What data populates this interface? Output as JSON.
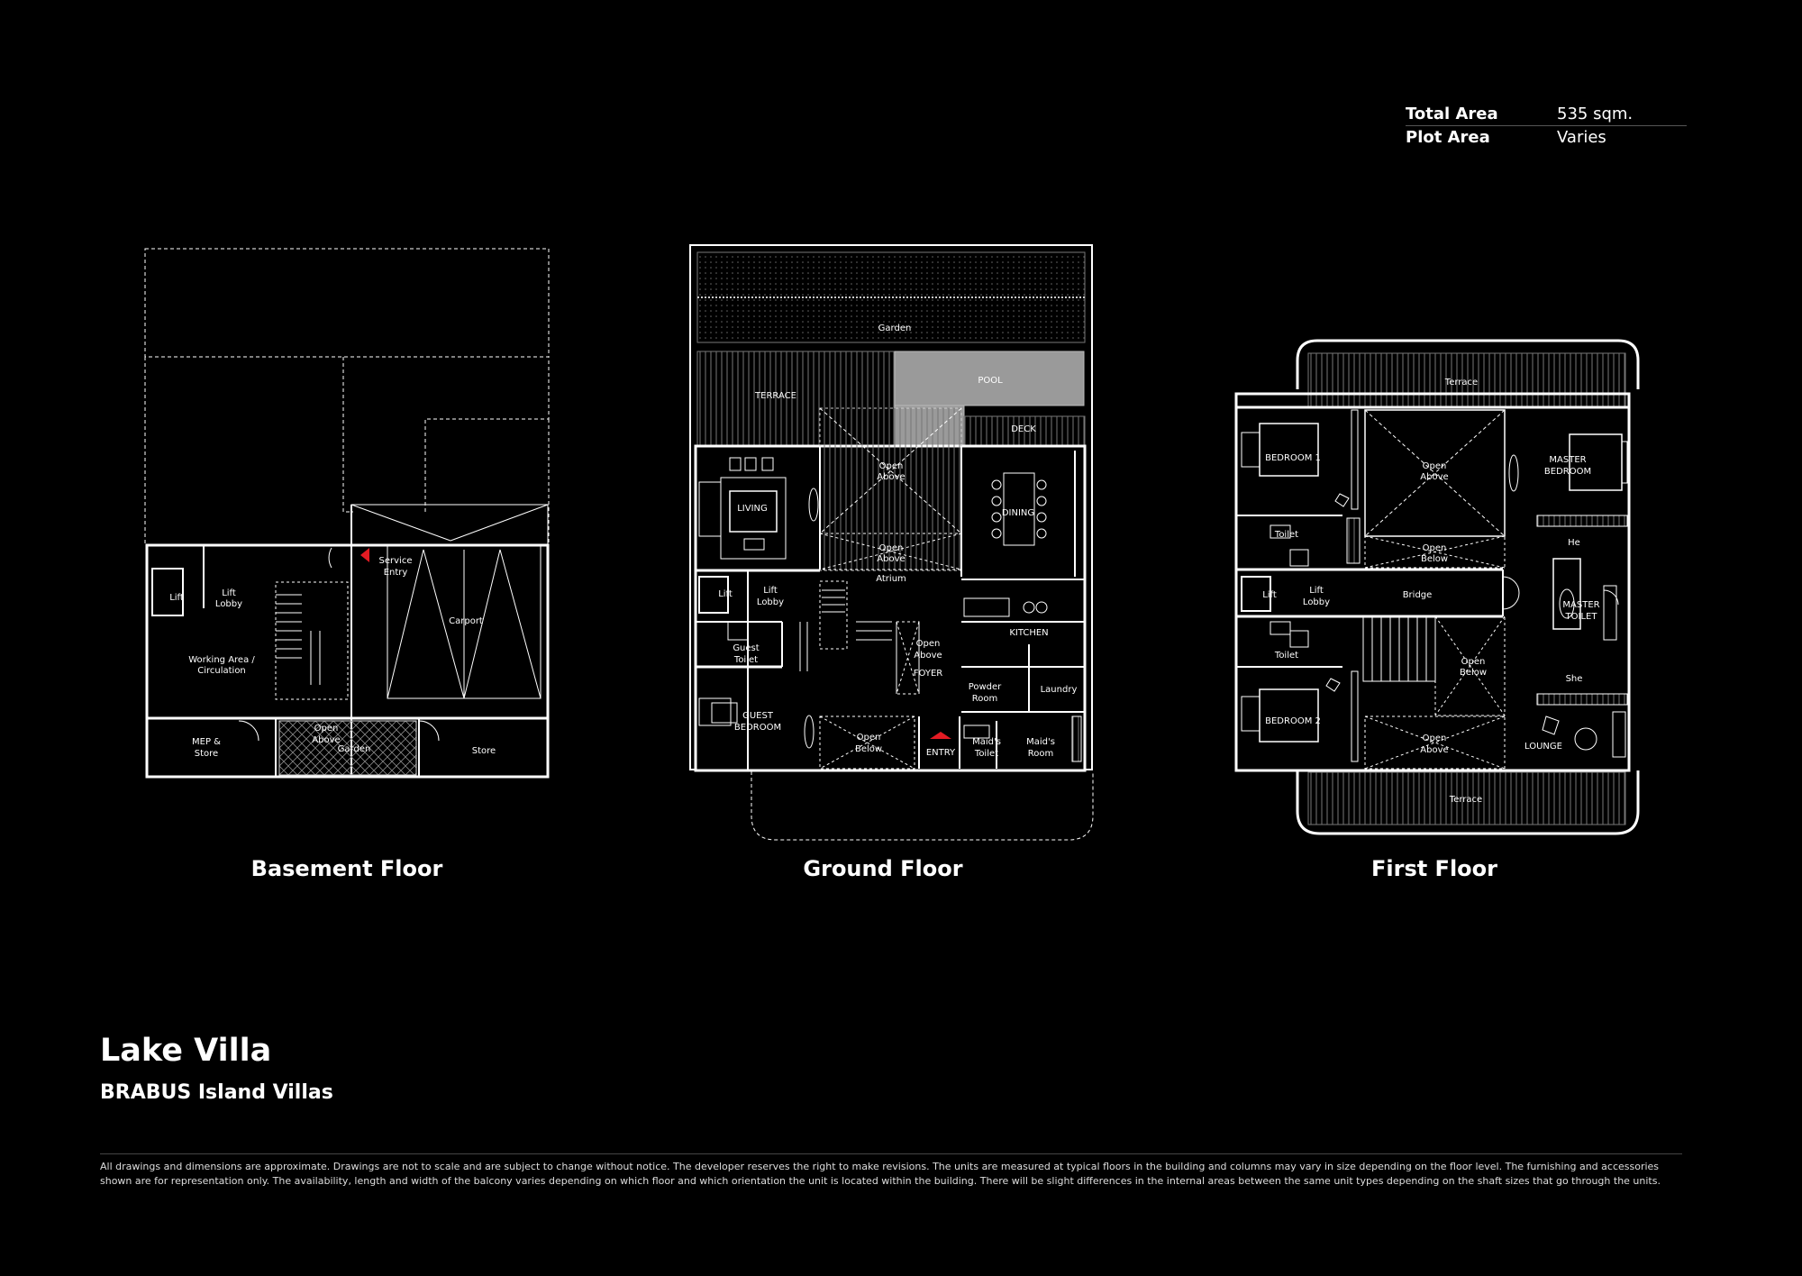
{
  "summary": {
    "total_area_label": "Total Area",
    "total_area_value": "535 sqm.",
    "plot_area_label": "Plot Area",
    "plot_area_value": "Varies"
  },
  "floors": {
    "basement": {
      "label": "Basement Floor",
      "rooms": {
        "lift": "Lift",
        "lift_lobby_1": "Lift",
        "lift_lobby_2": "Lobby",
        "working_1": "Working Area /",
        "working_2": "Circulation",
        "service_1": "Service",
        "service_2": "Entry",
        "carport": "Carport",
        "mep_1": "MEP &",
        "mep_2": "Store",
        "open_1": "Open",
        "open_2": "Above",
        "garden": "Garden",
        "store": "Store"
      }
    },
    "ground": {
      "label": "Ground Floor",
      "rooms": {
        "garden": "Garden",
        "terrace": "TERRACE",
        "pool": "POOL",
        "deck": "DECK",
        "open_above_1a": "Open",
        "open_above_1b": "Above",
        "living": "LIVING",
        "dining": "DINING",
        "open_above_2a": "Open",
        "open_above_2b": "Above",
        "atrium": "Atrium",
        "lift": "Lift",
        "lift_lobby_1": "Lift",
        "lift_lobby_2": "Lobby",
        "kitchen": "KITCHEN",
        "guest_toilet_1": "Guest",
        "guest_toilet_2": "Toilet",
        "open_above_3a": "Open",
        "open_above_3b": "Above",
        "foyer": "FOYER",
        "powder_1": "Powder",
        "powder_2": "Room",
        "laundry": "Laundry",
        "guest_bed_1": "GUEST",
        "guest_bed_2": "BEDROOM",
        "open_below_a": "Open",
        "open_below_b": "Below",
        "entry": "ENTRY",
        "maids_toilet_1": "Maid's",
        "maids_toilet_2": "Toilet",
        "maids_room_1": "Maid's",
        "maids_room_2": "Room"
      }
    },
    "first": {
      "label": "First Floor",
      "rooms": {
        "terrace_top": "Terrace",
        "bedroom1": "BEDROOM 1",
        "open_above_a": "Open",
        "open_above_b": "Above",
        "master_1": "MASTER",
        "master_2": "BEDROOM",
        "toilet1": "Toilet",
        "open_below1_a": "Open",
        "open_below1_b": "Below",
        "he": "He",
        "lift": "Lift",
        "lift_lobby_1": "Lift",
        "lift_lobby_2": "Lobby",
        "bridge": "Bridge",
        "master_toilet_1": "MASTER",
        "master_toilet_2": "TOILET",
        "toilet2": "Toilet",
        "open_below2_a": "Open",
        "open_below2_b": "Below",
        "she": "She",
        "bedroom2": "BEDROOM 2",
        "open_above2_a": "Open",
        "open_above2_b": "Above",
        "lounge": "LOUNGE",
        "terrace_bottom": "Terrace"
      }
    }
  },
  "title": "Lake Villa",
  "subtitle": "BRABUS Island Villas",
  "disclaimer": "All drawings and dimensions are approximate. Drawings are not to scale and are subject to change without notice. The developer reserves the right to make revisions. The units are measured at typical floors in the building and columns may vary in size depending on the floor level. The furnishing and accessories shown are for representation only. The availability, length and width of the balcony varies depending on which floor and which orientation the unit is located within the building. There will be slight differences in the internal areas between the same unit types depending on the shaft sizes that go through the units.",
  "colors": {
    "background": "#000000",
    "line": "#ffffff",
    "pool": "#9a9a9a",
    "entry_marker": "#e31b23"
  }
}
